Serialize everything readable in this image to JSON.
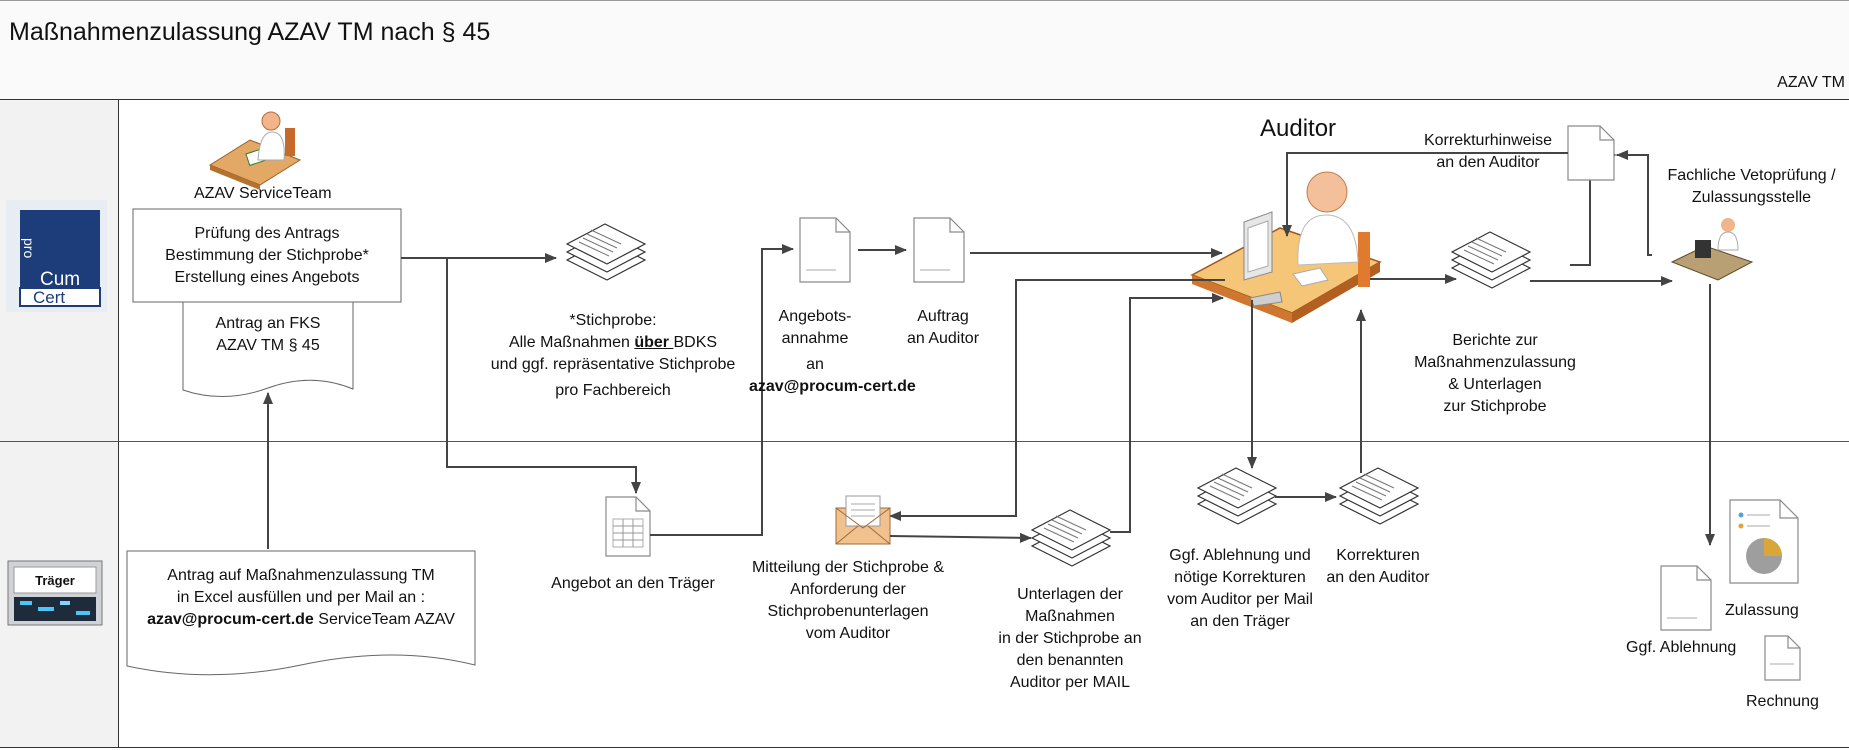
{
  "title": "Maßnahmenzulassung AZAV TM nach § 45",
  "subtitle": "AZAV TM",
  "logos": {
    "procum": "Cum Cert",
    "traeger": "Träger"
  },
  "labels": {
    "service_team": "AZAV ServiceTeam",
    "pruefung_box": [
      "Prüfung des Antrags",
      "Bestimmung der Stichprobe*",
      "Erstellung eines Angebots"
    ],
    "antrag_fks": [
      "Antrag an FKS",
      "AZAV TM § 45"
    ],
    "antrag_traeger": [
      "Antrag auf Maßnahmenzulassung TM",
      "in Excel ausfüllen und per Mail an :"
    ],
    "antrag_traeger_email": "azav@procum-cert.de",
    "antrag_traeger_suffix": " ServiceTeam AZAV",
    "stichprobe_head": "*Stichprobe:",
    "stichprobe_l2_pre": "Alle Maßnahmen ",
    "stichprobe_l2_bold": "über ",
    "stichprobe_l2_post": "BDKS",
    "stichprobe_l3": "und ggf. repräsentative Stichprobe",
    "stichprobe_l4": "pro Fachbereich",
    "angebotsannahme": [
      "Angebots-",
      "annahme",
      "an"
    ],
    "angebotsannahme_email": "azav@procum-cert.de",
    "auftrag": [
      "Auftrag",
      "an Auditor"
    ],
    "auditor": "Auditor",
    "korrekturhinweise": [
      "Korrekturhinweise",
      "an den Auditor"
    ],
    "fachliche": [
      "Fachliche Vetoprüfung /",
      "Zulassungsstelle"
    ],
    "berichte": [
      "Berichte zur",
      "Maßnahmenzulassung",
      "& Unterlagen",
      "zur Stichprobe"
    ],
    "angebot_traeger": "Angebot an den Träger",
    "mitteilung": [
      "Mitteilung der Stichprobe &",
      "Anforderung der",
      "Stichprobenunterlagen",
      "vom Auditor"
    ],
    "unterlagen": [
      "Unterlagen der",
      "Maßnahmen",
      "in der Stichprobe an",
      "den benannten",
      "Auditor per MAIL"
    ],
    "ablehnung": [
      "Ggf. Ablehnung und",
      "nötige Korrekturen",
      "vom Auditor per Mail",
      "an den Träger"
    ],
    "korrekturen": [
      "Korrekturen",
      "an den Auditor"
    ],
    "zulassung": "Zulassung",
    "ggf_ablehnung": "Ggf. Ablehnung",
    "rechnung": "Rechnung"
  }
}
